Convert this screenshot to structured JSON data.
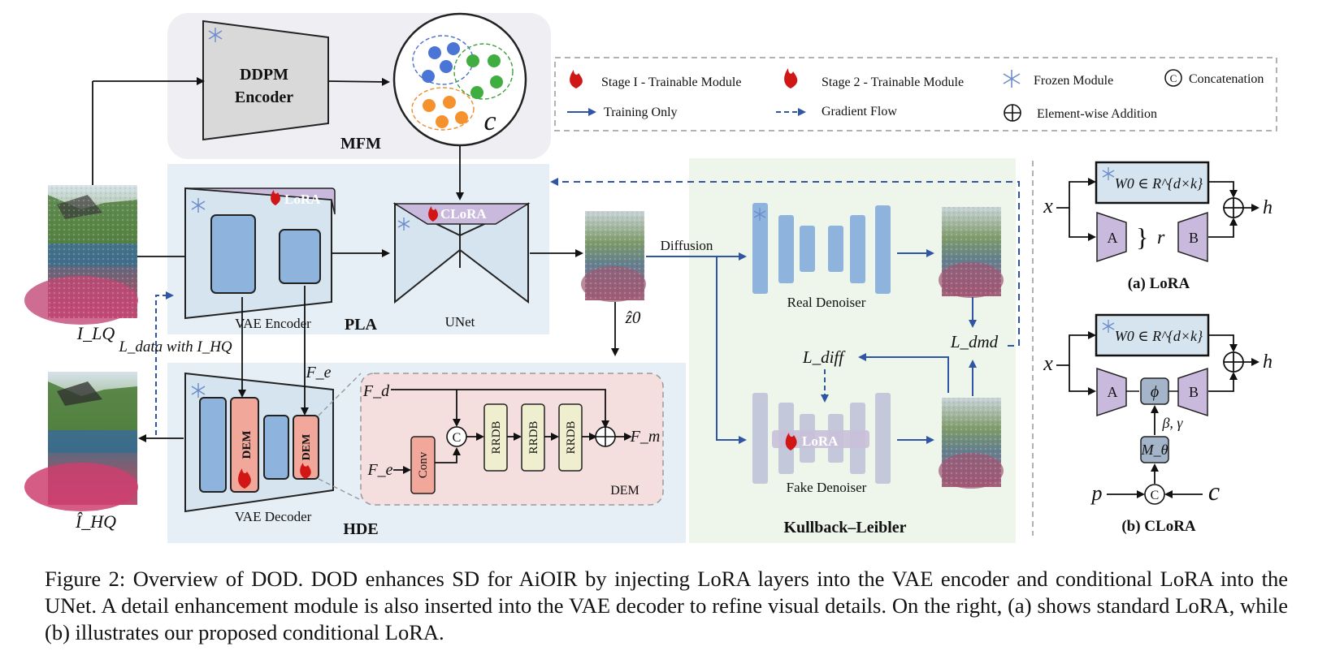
{
  "figure": {
    "mfm": {
      "label": "MFM",
      "encoder_line1": "DDPM",
      "encoder_line2": "Encoder",
      "cluster_label": "c"
    },
    "legend": {
      "stage1": "Stage I - Trainable Module",
      "stage2": "Stage 2 - Trainable  Module",
      "frozen": "Frozen Module",
      "concat": "Concatenation",
      "training_only": "Training Only",
      "gradient_flow": "Gradient Flow",
      "elementwise": "Element-wise Addition",
      "concat_symbol": "C"
    },
    "pla": {
      "label": "PLA",
      "lora_badge": "LoRA",
      "vae_encoder": "VAE Encoder",
      "clora_badge": "CLoRA",
      "unet": "UNet"
    },
    "left": {
      "i_lq": "I_LQ",
      "loss_data": "L_data with I_HQ",
      "i_hq_hat": "Î_HQ"
    },
    "z0": "ẑ0",
    "diffusion": "Diffusion",
    "kl": {
      "label": "Kullback–Leibler",
      "real_denoiser": "Real Denoiser",
      "fake_denoiser": "Fake Denoiser",
      "lora_badge": "LoRA",
      "l_diff": "L_diff",
      "l_dmd": "L_dmd"
    },
    "hde": {
      "label": "HDE",
      "vae_decoder": "VAE Decoder",
      "dem": "DEM",
      "fe": "F_e",
      "detail": {
        "fd": "F_d",
        "fe": "F_e",
        "fm": "F_m",
        "conv": "Conv",
        "rrdb": "RRDB",
        "concat": "C",
        "name": "DEM"
      }
    },
    "lora_a": {
      "title": "(a) LoRA",
      "w0": "W0 ∈ R^{d×k}",
      "x": "x",
      "h": "h",
      "a": "A",
      "b": "B",
      "r": "r"
    },
    "lora_b": {
      "title": "(b) CLoRA",
      "w0": "W0 ∈ R^{d×k}",
      "x": "x",
      "h": "h",
      "a": "A",
      "b": "B",
      "phi": "ϕ",
      "beta_gamma": "β, γ",
      "m_theta": "M_θ",
      "p": "p",
      "c": "c",
      "concat": "C"
    }
  },
  "caption": {
    "text": "Figure 2: Overview of DOD. DOD enhances SD for AiOIR by injecting LoRA layers into the VAE encoder and conditional LoRA into the UNet. A detail enhancement module is also inserted into the VAE decoder to refine visual details. On the right, (a) shows standard LoRA, while (b) illustrates our proposed conditional LoRA."
  },
  "colors": {
    "blue_arrow": "#2f55a4",
    "panel_gray": "#eeeef3",
    "panel_blue": "#e6eff6",
    "panel_green": "#eef5ea",
    "dem_pink": "#f5dede",
    "block_blue": "#8eb4de",
    "rrdb": "#efefcf",
    "lora_purple": "#c9b9dc"
  }
}
